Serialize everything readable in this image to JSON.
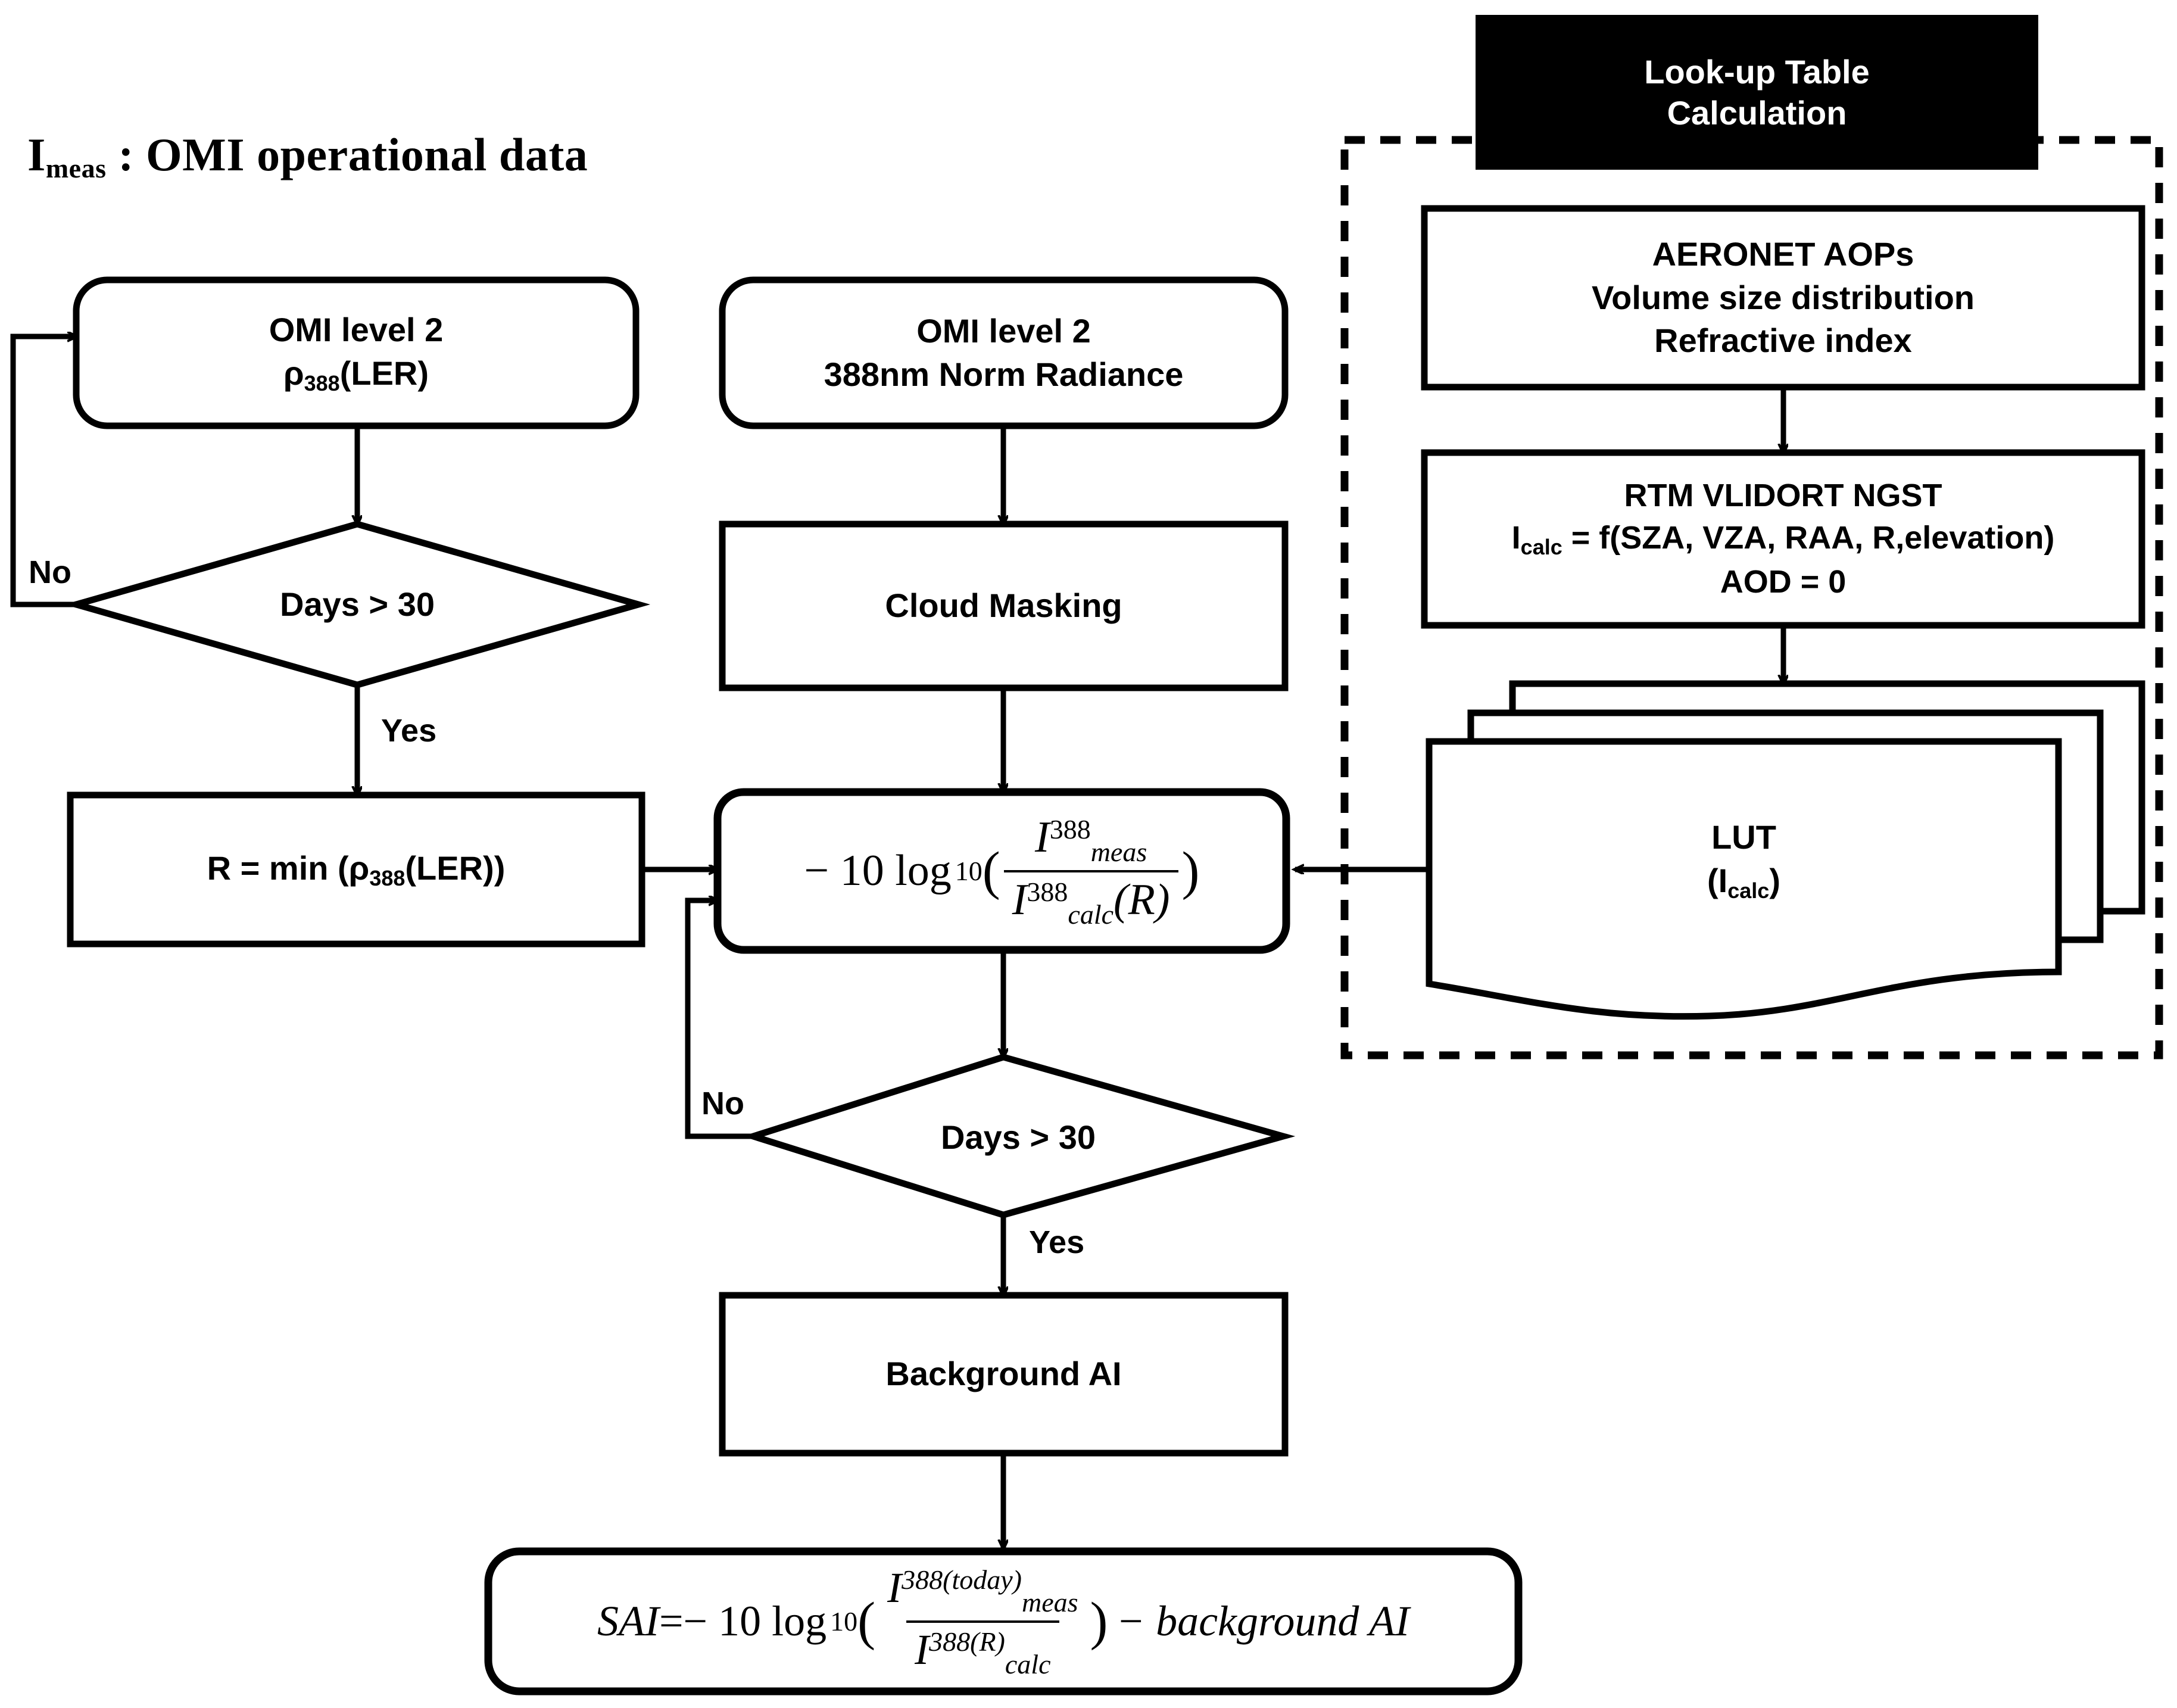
{
  "diagram": {
    "title": {
      "symbol": "I",
      "symbol_sub": "meas",
      "text": " : OMI operational data"
    },
    "nodes": {
      "omi_ler": {
        "line1": "OMI level 2",
        "line2_pre": "ρ",
        "line2_sub": "388",
        "line2_post": "(LER)"
      },
      "omi_radiance": {
        "line1": "OMI level 2",
        "line2": "388nm Norm Radiance"
      },
      "decision_1": {
        "label": "Days > 30"
      },
      "cloud_masking": {
        "label": "Cloud Masking"
      },
      "r_min": {
        "pre": "R = min (",
        "rho": "ρ",
        "sub": "388",
        "post": "(LER))"
      },
      "formula_ai": {
        "lead": "− 10 log",
        "log_base": "10",
        "numer_sym": "I",
        "numer_sup": "388",
        "numer_sub": "meas",
        "denom_sym": "I",
        "denom_sup": "388",
        "denom_sub": "calc",
        "denom_arg": "(R)"
      },
      "decision_2": {
        "label": "Days > 30"
      },
      "background_ai": {
        "label": "Background AI"
      },
      "sai": {
        "lhs": "SAI",
        "eq": " = ",
        "lead": "− 10 log",
        "log_base": "10",
        "numer_sym": "I",
        "numer_sup": "388(today)",
        "numer_sub": "meas",
        "denom_sym": "I",
        "denom_sup": "388(R)",
        "denom_sub": "calc",
        "tail": "− background AI"
      },
      "aeronet": {
        "line1": "AERONET AOPs",
        "line2": "Volume size distribution",
        "line3": "Refractive index"
      },
      "rtm": {
        "line1": "RTM VLIDORT NGST",
        "line2_pre": "I",
        "line2_sub": "calc",
        "line2_post": " = f(SZA, VZA, RAA, R,elevation)",
        "line3": "AOD = 0"
      },
      "lut": {
        "line1": "LUT",
        "line2_pre": "(I",
        "line2_sub": "calc",
        "line2_post": ")"
      }
    },
    "group_banner": {
      "line1": "Look-up Table",
      "line2": "Calculation"
    },
    "edge_labels": {
      "no_1": "No",
      "yes_1": "Yes",
      "no_2": "No",
      "yes_2": "Yes"
    },
    "colors": {
      "stroke": "#000000",
      "background": "#ffffff",
      "banner_bg": "#000000",
      "banner_fg": "#ffffff"
    }
  }
}
